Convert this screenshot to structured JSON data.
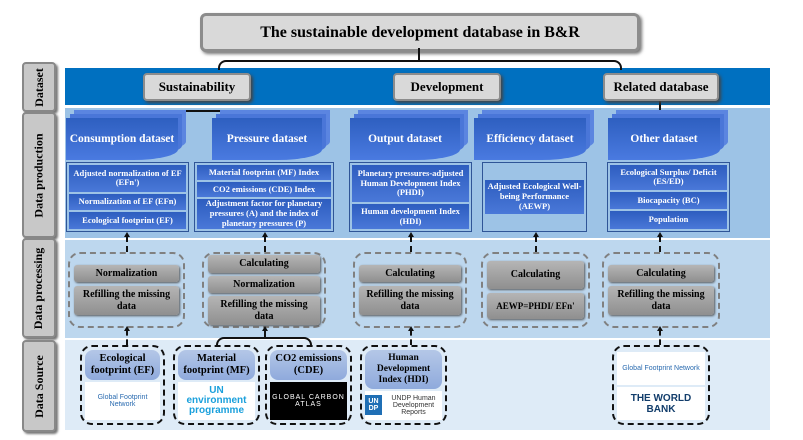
{
  "title": "The sustainable development database in B&R",
  "rows": [
    "Dataset",
    "Data production",
    "Data processing",
    "Data Source"
  ],
  "categories": [
    "Sustainability",
    "Development",
    "Related database"
  ],
  "datasets": {
    "consumption": {
      "label": "Consumption dataset",
      "items": [
        "Adjusted normalization of EF (EFn')",
        "Normalization of EF (EFn)",
        "Ecological footprint (EF)"
      ]
    },
    "pressure": {
      "label": "Pressure dataset",
      "items": [
        "Material footprint (MF) Index",
        "CO2 emissions (CDE) Index",
        "Adjustment factor for planetary pressures (A) and the index of planetary pressures (P)"
      ]
    },
    "output": {
      "label": "Output dataset",
      "items": [
        "Planetary pressures-adjusted Human Development Index (PHDI)",
        "Human development Index (HDI)"
      ]
    },
    "efficiency": {
      "label": "Efficiency dataset",
      "items": [
        "Adjusted Ecological Well-being Performance (AEWP)"
      ]
    },
    "other": {
      "label": "Other dataset",
      "items": [
        "Ecological Surplus/ Deficit (ES/ED)",
        "Biocapacity (BC)",
        "Population"
      ]
    }
  },
  "processing": [
    [
      "Normalization",
      "Refilling the missing data"
    ],
    [
      "Calculating",
      "Normalization",
      "Refilling the missing data"
    ],
    [
      "Calculating",
      "Refilling the missing data"
    ],
    [
      "Calculating",
      "AEWP=PHDI/ EFn'"
    ],
    [
      "Calculating",
      "Refilling the missing data"
    ]
  ],
  "sources": {
    "ef": {
      "label": "Ecological footprint (EF)",
      "logo": "Global Footprint Network"
    },
    "mf": {
      "label": "Material footprint (MF)",
      "logo": "UN environment programme"
    },
    "cde": {
      "label": "CO2 emissions (CDE)",
      "logo": "GLOBAL CARBON ATLAS"
    },
    "hdi": {
      "label": "Human Development Index (HDI)",
      "logo": "UNDP Human Development Reports"
    },
    "other": {
      "logos": [
        "Global Footprint Network",
        "THE WORLD BANK"
      ]
    }
  },
  "colors": {
    "band1": "#0070c0",
    "band2": "#9dc3e6",
    "band3": "#bdd7ee",
    "band4": "#deebf7",
    "box": "#2e5fc0"
  }
}
